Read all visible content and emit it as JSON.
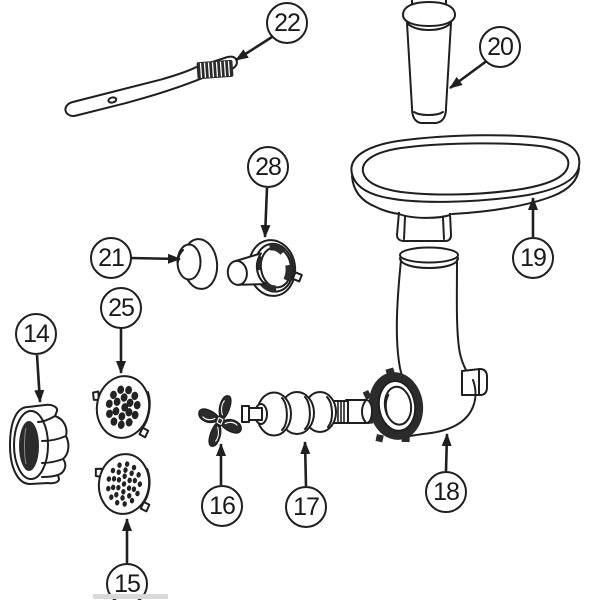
{
  "colors": {
    "background": "#ffffff",
    "line": "#1f1f1f",
    "dark_fill": "#2b2b2b",
    "gray_bar": "#d9d9d9"
  },
  "callouts": [
    {
      "label": "22",
      "part": "cleaning-brush"
    },
    {
      "label": "20",
      "part": "food-pusher"
    },
    {
      "label": "28",
      "part": "stuffer-plate"
    },
    {
      "label": "21",
      "part": "end-cap"
    },
    {
      "label": "19",
      "part": "feed-tray"
    },
    {
      "label": "14",
      "part": "ring-nut"
    },
    {
      "label": "25",
      "part": "coarse-grinding-plate"
    },
    {
      "label": "15",
      "part": "fine-grinding-plate"
    },
    {
      "label": "16",
      "part": "cutting-blade"
    },
    {
      "label": "17",
      "part": "feed-screw-auger"
    },
    {
      "label": "18",
      "part": "grinder-housing"
    }
  ]
}
